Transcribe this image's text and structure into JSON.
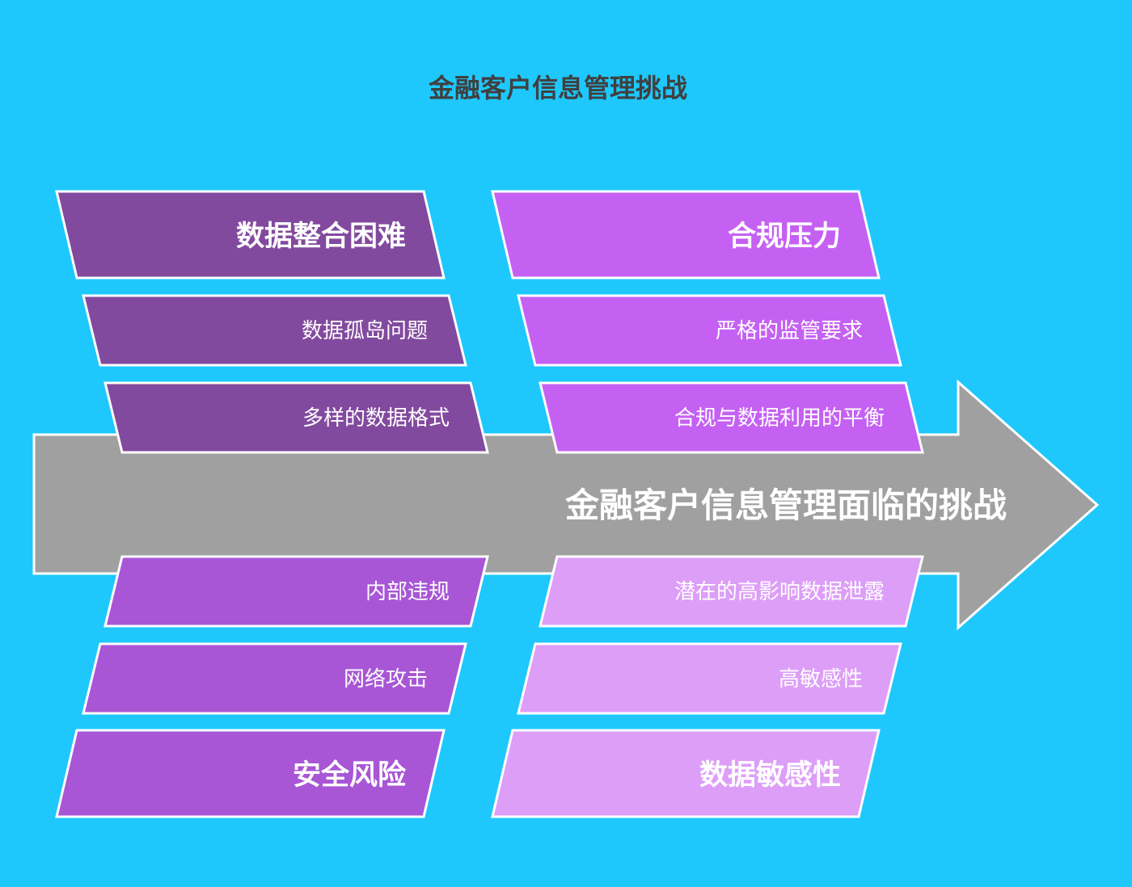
{
  "title": "金融客户信息管理挑战",
  "spine": {
    "label": "金融客户信息管理面临的挑战",
    "color": "#a0a0a0"
  },
  "groups": {
    "data_integration": {
      "title": "数据整合困难",
      "color": "#824a9e",
      "items": [
        "数据孤岛问题",
        "多样的数据格式"
      ]
    },
    "compliance": {
      "title": "合规压力",
      "color": "#c561f2",
      "items": [
        "严格的监管要求",
        "合规与数据利用的平衡"
      ]
    },
    "security": {
      "title": "安全风险",
      "color": "#a856d6",
      "items": [
        "内部违规",
        "网络攻击"
      ]
    },
    "sensitivity": {
      "title": "数据敏感性",
      "color": "#dd9ef7",
      "items": [
        "潜在的高影响数据泄露",
        "高敏感性"
      ]
    }
  }
}
